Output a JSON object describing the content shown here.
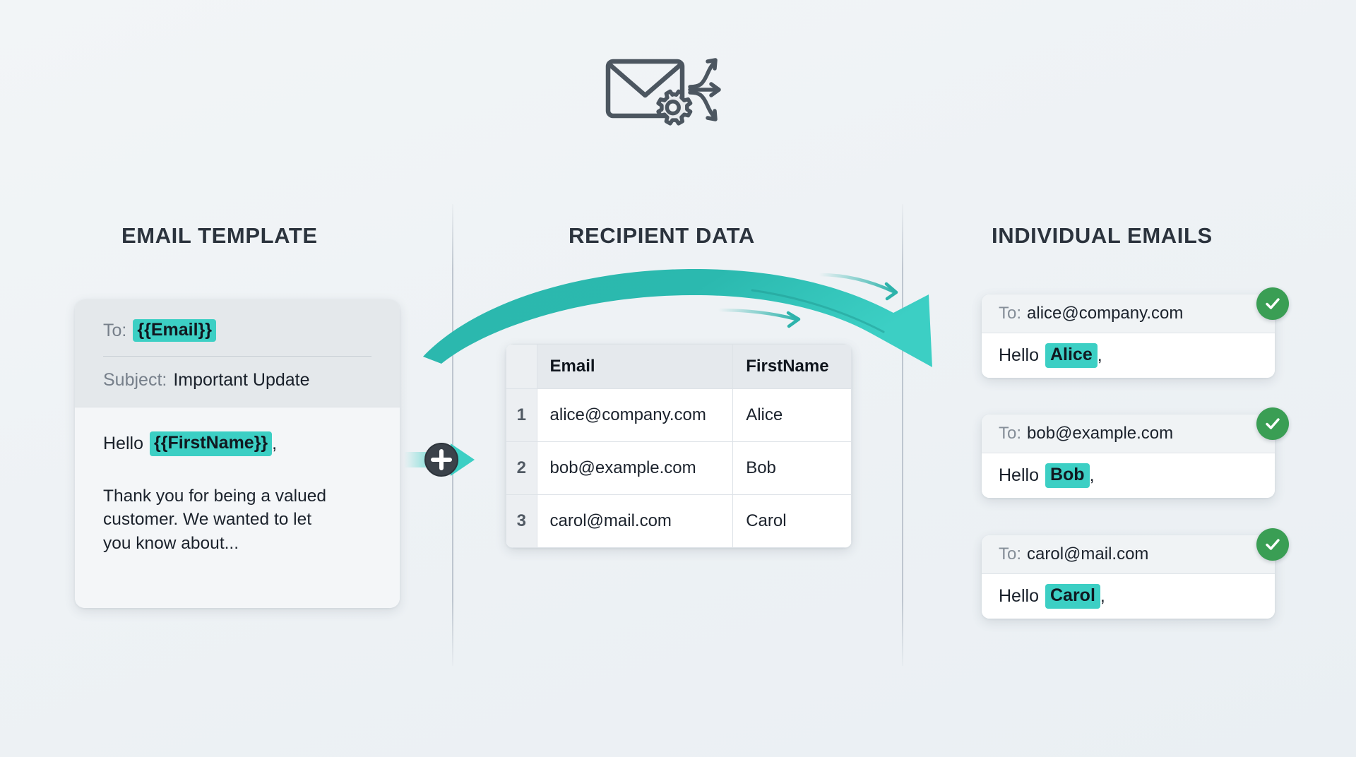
{
  "header": {
    "icon": "envelope-gear-distribute-icon"
  },
  "columns": {
    "template_heading": "EMAIL TEMPLATE",
    "recipient_heading": "RECIPIENT DATA",
    "emails_heading": "INDIVIDUAL EMAILS"
  },
  "template_card": {
    "to_label": "To:",
    "to_value": "{{Email}}",
    "subject_label": "Subject:",
    "subject_value": "Important Update",
    "greeting_prefix": "Hello",
    "greeting_tag": "{{FirstName}}",
    "greeting_suffix": ",",
    "body_paragraph": "Thank you for being a valued customer. We wanted to let you know about..."
  },
  "merge_connector": {
    "icon": "plus-merge-icon",
    "arrow_icon": "arrow-right-icon"
  },
  "recipient_table": {
    "headers": [
      "",
      "Email",
      "FirstName"
    ],
    "rows": [
      {
        "num": "1",
        "email": "alice@company.com",
        "first_name": "Alice"
      },
      {
        "num": "2",
        "email": "bob@example.com",
        "first_name": "Bob"
      },
      {
        "num": "3",
        "email": "carol@mail.com",
        "first_name": "Carol"
      }
    ]
  },
  "flow_arrow": {
    "icon": "curved-arrow-right-icon"
  },
  "individual_emails": [
    {
      "to_label": "To:",
      "to_value": "alice@company.com",
      "greeting_prefix": "Hello",
      "name": "Alice",
      "greeting_suffix": ",",
      "status_icon": "check-circle-icon"
    },
    {
      "to_label": "To:",
      "to_value": "bob@example.com",
      "greeting_prefix": "Hello",
      "name": "Bob",
      "greeting_suffix": ",",
      "status_icon": "check-circle-icon"
    },
    {
      "to_label": "To:",
      "to_value": "carol@mail.com",
      "greeting_prefix": "Hello",
      "name": "Carol",
      "greeting_suffix": ",",
      "status_icon": "check-circle-icon"
    }
  ],
  "colors": {
    "accent_teal": "#3ccfc4",
    "arrow_teal": "#2db3ab",
    "success_green": "#3a9e54",
    "icon_slate": "#4c5660",
    "heading": "#2b333d",
    "background": "#eef2f5"
  }
}
